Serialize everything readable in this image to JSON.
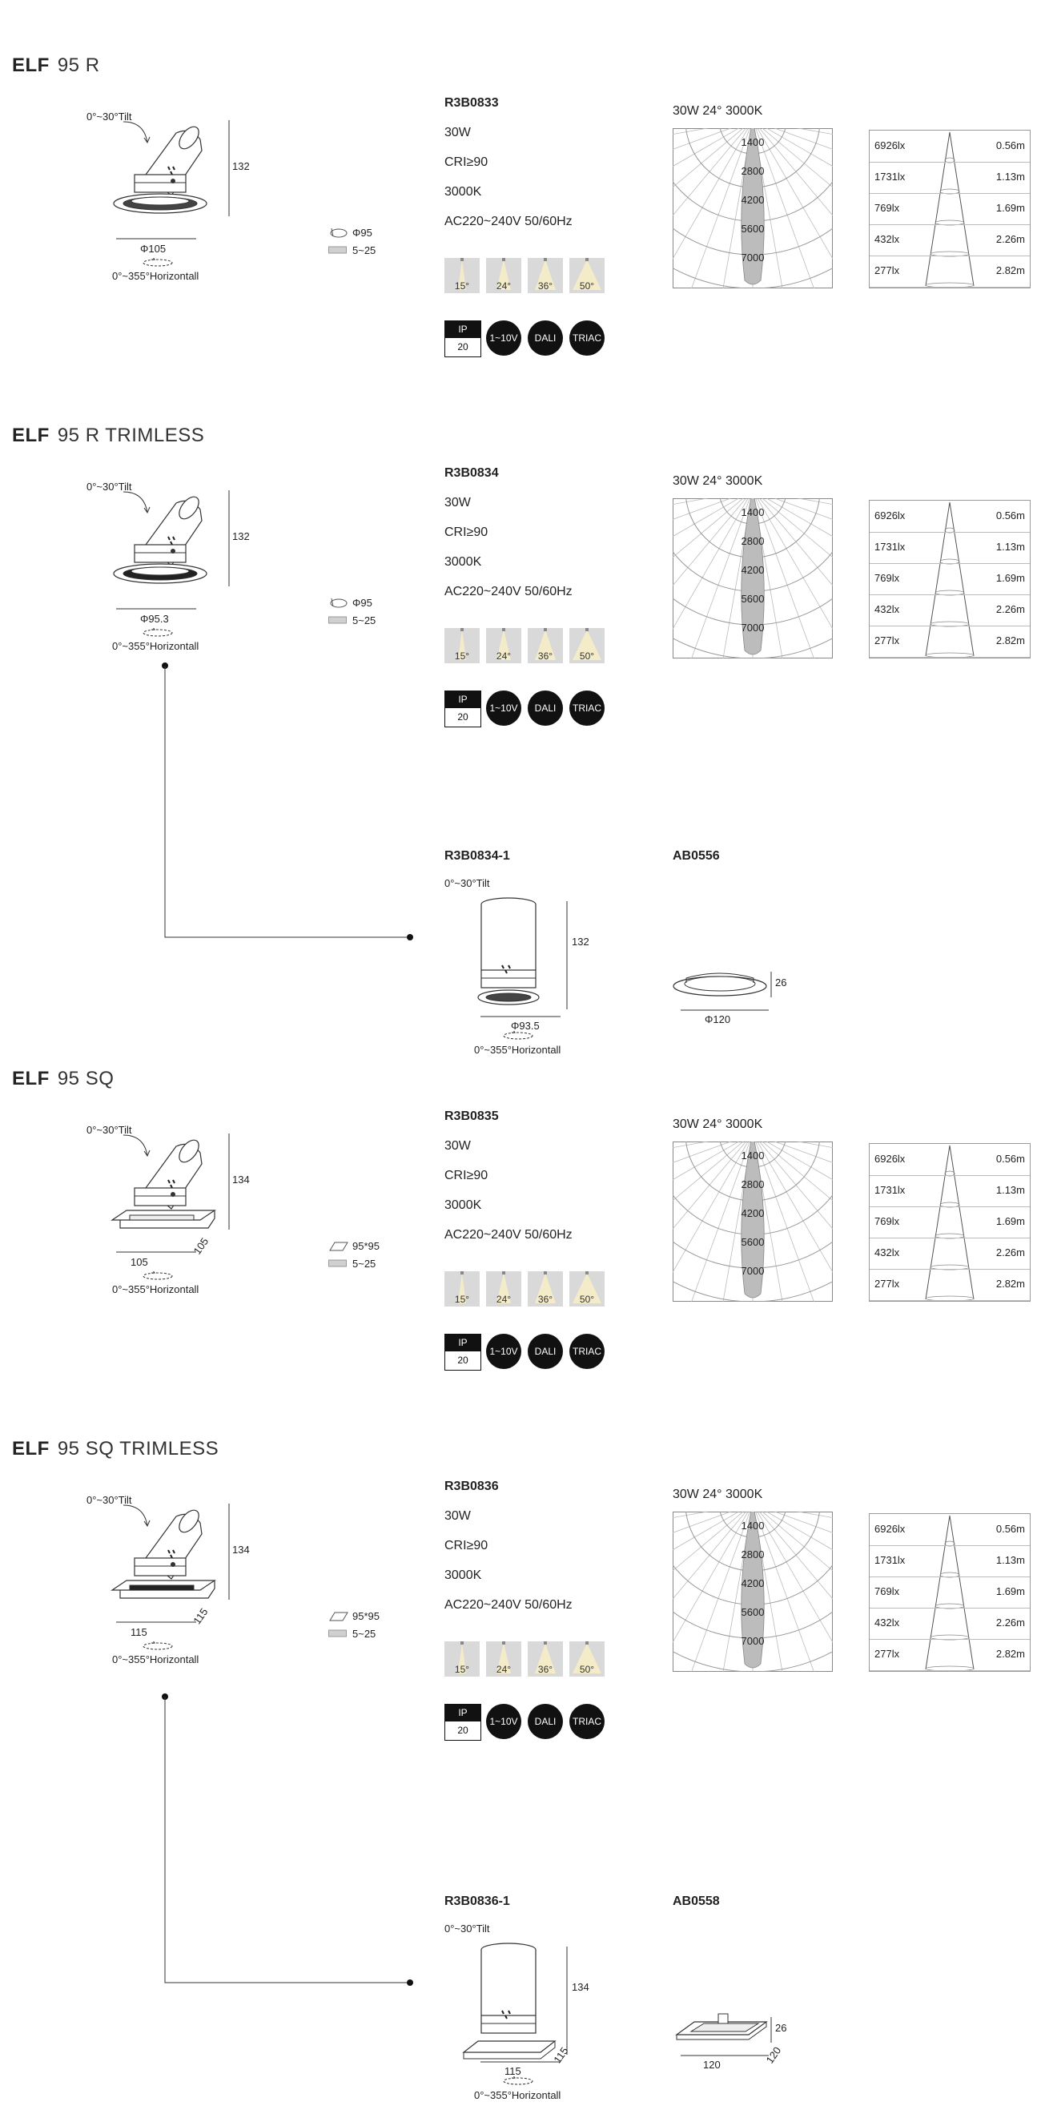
{
  "sections": [
    {
      "title_bold": "ELF",
      "title_rest": "95  R",
      "tilt": "0°~30°Tilt",
      "height": "132",
      "dim_a": "Φ105",
      "dim_b": "",
      "horizontal": "0°~355°Horizontall",
      "cutout_label": "Φ95",
      "cutout_range": "5~25",
      "code": "R3B0833",
      "specs": [
        "30W",
        "CRI≥90",
        "3000K",
        "AC220~240V  50/60Hz"
      ],
      "beams": [
        "15°",
        "24°",
        "36°",
        "50°"
      ],
      "ip_top": "IP",
      "ip_bot": "20",
      "badges": [
        "1~10V",
        "DALI",
        "TRIAC"
      ],
      "polar_title": "30W  24°  3000K",
      "polar_values": [
        "1400",
        "2800",
        "4200",
        "5600",
        "7000"
      ],
      "lux": [
        [
          "6926lx",
          "0.56m"
        ],
        [
          "1731lx",
          "1.13m"
        ],
        [
          "769lx",
          "1.69m"
        ],
        [
          "432lx",
          "2.26m"
        ],
        [
          "277lx",
          "2.82m"
        ]
      ]
    },
    {
      "title_bold": "ELF",
      "title_rest": "95  R  TRIMLESS",
      "tilt": "0°~30°Tilt",
      "height": "132",
      "dim_a": "Φ95.3",
      "dim_b": "",
      "horizontal": "0°~355°Horizontall",
      "cutout_label": "Φ95",
      "cutout_range": "5~25",
      "code": "R3B0834",
      "specs": [
        "30W",
        "CRI≥90",
        "3000K",
        "AC220~240V  50/60Hz"
      ],
      "beams": [
        "15°",
        "24°",
        "36°",
        "50°"
      ],
      "ip_top": "IP",
      "ip_bot": "20",
      "badges": [
        "1~10V",
        "DALI",
        "TRIAC"
      ],
      "polar_title": "30W  24°  3000K",
      "polar_values": [
        "1400",
        "2800",
        "4200",
        "5600",
        "7000"
      ],
      "lux": [
        [
          "6926lx",
          "0.56m"
        ],
        [
          "1731lx",
          "1.13m"
        ],
        [
          "769lx",
          "1.69m"
        ],
        [
          "432lx",
          "2.26m"
        ],
        [
          "277lx",
          "2.82m"
        ]
      ]
    },
    {
      "title_bold": "ELF",
      "title_rest": "95  SQ",
      "tilt": "0°~30°Tilt",
      "height": "134",
      "dim_a": "105",
      "dim_b": "105",
      "horizontal": "0°~355°Horizontall",
      "cutout_label": "95*95",
      "cutout_range": "5~25",
      "code": "R3B0835",
      "specs": [
        "30W",
        "CRI≥90",
        "3000K",
        "AC220~240V  50/60Hz"
      ],
      "beams": [
        "15°",
        "24°",
        "36°",
        "50°"
      ],
      "ip_top": "IP",
      "ip_bot": "20",
      "badges": [
        "1~10V",
        "DALI",
        "TRIAC"
      ],
      "polar_title": "30W  24°  3000K",
      "polar_values": [
        "1400",
        "2800",
        "4200",
        "5600",
        "7000"
      ],
      "lux": [
        [
          "6926lx",
          "0.56m"
        ],
        [
          "1731lx",
          "1.13m"
        ],
        [
          "769lx",
          "1.69m"
        ],
        [
          "432lx",
          "2.26m"
        ],
        [
          "277lx",
          "2.82m"
        ]
      ]
    },
    {
      "title_bold": "ELF",
      "title_rest": "95  SQ  TRIMLESS",
      "tilt": "0°~30°Tilt",
      "height": "134",
      "dim_a": "115",
      "dim_b": "115",
      "horizontal": "0°~355°Horizontall",
      "cutout_label": "95*95",
      "cutout_range": "5~25",
      "code": "R3B0836",
      "specs": [
        "30W",
        "CRI≥90",
        "3000K",
        "AC220~240V  50/60Hz"
      ],
      "beams": [
        "15°",
        "24°",
        "36°",
        "50°"
      ],
      "ip_top": "IP",
      "ip_bot": "20",
      "badges": [
        "1~10V",
        "DALI",
        "TRIAC"
      ],
      "polar_title": "30W  24°  3000K",
      "polar_values": [
        "1400",
        "2800",
        "4200",
        "5600",
        "7000"
      ],
      "lux": [
        [
          "6926lx",
          "0.56m"
        ],
        [
          "1731lx",
          "1.13m"
        ],
        [
          "769lx",
          "1.69m"
        ],
        [
          "432lx",
          "2.26m"
        ],
        [
          "277lx",
          "2.82m"
        ]
      ]
    }
  ],
  "subs": [
    {
      "code": "R3B0834-1",
      "tilt": "0°~30°Tilt",
      "height": "132",
      "dim_a": "Φ93.5",
      "dim_b": "",
      "horizontal": "0°~355°Horizontall",
      "acc_code": "AB0556",
      "acc_height": "26",
      "acc_dim_a": "Φ120",
      "acc_dim_b": ""
    },
    {
      "code": "R3B0836-1",
      "tilt": "0°~30°Tilt",
      "height": "134",
      "dim_a": "115",
      "dim_b": "115",
      "horizontal": "0°~355°Horizontall",
      "acc_code": "AB0558",
      "acc_height": "26",
      "acc_dim_a": "120",
      "acc_dim_b": "120"
    }
  ],
  "colors": {
    "beam_fill": "#d9d9d9",
    "beam_light": "#f4ecc8",
    "badge": "#111111",
    "polar_fill": "#bcbcbc"
  }
}
